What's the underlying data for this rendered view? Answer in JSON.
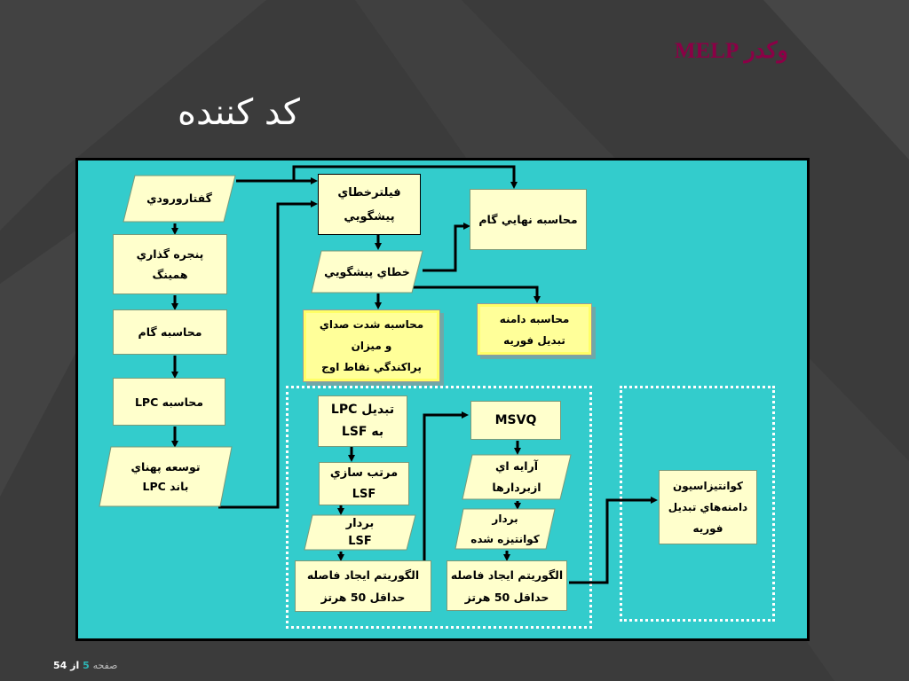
{
  "slide": {
    "header": "وكدر MELP",
    "title": "كد كننده",
    "colors": {
      "background": "#3b3b3b",
      "panel": "#33cccc",
      "box": "#ffffcc",
      "header": "#8b0046"
    }
  },
  "diagram": {
    "input_speech": "گفتارورودي",
    "hamming_window": [
      "پنجره گذاري",
      "همينگ"
    ],
    "pitch_calc": "محاسبه گام",
    "lpc_calc": "محاسبه LPC",
    "bandwidth_expansion": [
      "توسعه پهناي",
      "باند LPC"
    ],
    "prediction_error_filter": [
      "فيلترخطاي",
      "پيشگويي"
    ],
    "final_pitch_calc": "محاسبه نهايي گام",
    "prediction_error": "خطاي پيشگويي",
    "peak_intensity": [
      "محاسبه  شدت صداي",
      "و ميزان",
      "پراكندگي نقاط اوج"
    ],
    "fourier_amplitude": [
      "محاسبه دامنه",
      "تبديل فوريه"
    ],
    "lpc_to_lsf": [
      "تبديل LPC",
      "به LSF"
    ],
    "lsf_sorting": [
      "مرتب سازي",
      "LSF"
    ],
    "lsf_vector": [
      "بردار",
      "LSF"
    ],
    "min_separation_1": [
      "الگوريتم ايجاد فاصله",
      "حداقل 50 هرتز"
    ],
    "msvq": "MSVQ",
    "vector_array": [
      "آرايه اي",
      "ازبردارها"
    ],
    "quantized_vector": [
      "بردار",
      "كوانتيزه شده"
    ],
    "min_separation_2": [
      "الگوريتم ايجاد فاصله",
      "حداقل 50 هرتز"
    ],
    "fourier_quantization": [
      "كوانتيزاسيون",
      "دامنه‌هاي تبديل",
      "فوريه"
    ]
  },
  "footer": {
    "label": "صفحه",
    "current": "5",
    "separator": "از",
    "total": "54"
  }
}
